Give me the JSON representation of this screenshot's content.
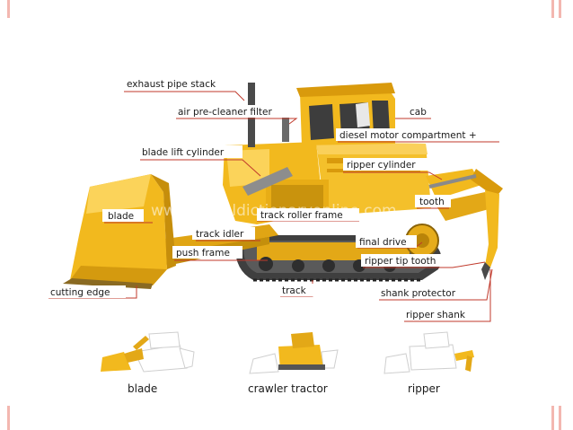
{
  "watermark": "www.visualdictionaryonline.com",
  "labels": {
    "exhaust_pipe_stack": "exhaust pipe stack",
    "air_pre_cleaner_filter": "air pre-cleaner filter",
    "cab": "cab",
    "diesel_motor_compartment": "diesel motor compartment +",
    "blade_lift_cylinder": "blade lift cylinder",
    "ripper_cylinder": "ripper cylinder",
    "tooth": "tooth",
    "blade": "blade",
    "track_roller_frame": "track roller frame",
    "track_idler": "track idler",
    "final_drive": "final drive",
    "push_frame": "push frame",
    "ripper_tip_tooth": "ripper tip tooth",
    "cutting_edge": "cutting edge",
    "track": "track",
    "shank_protector": "shank protector",
    "ripper_shank": "ripper shank"
  },
  "thumbnails": [
    {
      "label": "blade"
    },
    {
      "label": "crawler tractor"
    },
    {
      "label": "ripper"
    }
  ],
  "colors": {
    "body": "#f2b91e",
    "body_dark": "#d99a0c",
    "body_light": "#fbd35a",
    "track": "#4a4a4a",
    "leader": "#c0392b",
    "frame": "#f3b7b0"
  }
}
